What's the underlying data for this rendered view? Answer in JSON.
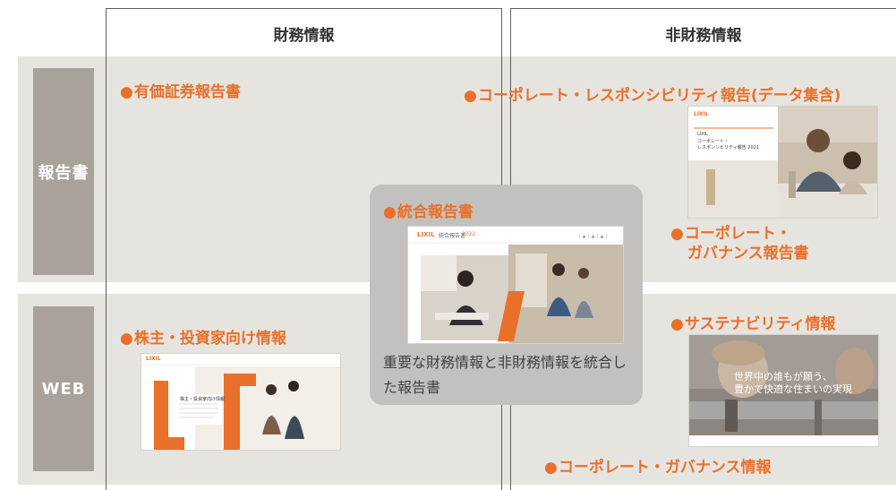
{
  "columns": {
    "financial": "財務情報",
    "non_financial": "非財務情報"
  },
  "rows": {
    "report": "報告書",
    "web": "WEB"
  },
  "items": {
    "yuho": "有価証券報告書",
    "crr": "コーポレート・レスポンシビリティ報告(データ集含)",
    "integrated": "統合報告書",
    "cg_report_line1": "コーポレート・",
    "cg_report_line2": "ガバナンス報告書",
    "ir_web": "株主・投資家向け情報",
    "sustainability": "サステナビリティ情報",
    "cg_info": "コーポレート・ガバナンス情報"
  },
  "bullet": "●",
  "integrated_description": "重要な財務情報と非財務情報を統合した報告書",
  "thumbnails": {
    "crr": {
      "logo": "LIXIL",
      "line1": "LIXIL",
      "line2": "コーポレート・",
      "line3": "レスポンシビリティ報告 2021"
    },
    "integrated": {
      "logo": "LIXIL",
      "title": "統合報告書",
      "year": "2022"
    },
    "ir": {
      "logo": "LIXIL",
      "heading": "株主・投資家向け情報"
    },
    "sustainability": {
      "overlay1": "世界中の誰もが願う、",
      "overlay2": "豊かで快適な住まいの実現"
    }
  },
  "colors": {
    "accent": "#e8702a",
    "band": "#e6e4df",
    "row_label": "#a8a29b",
    "center_box": "#c3c1c0"
  }
}
